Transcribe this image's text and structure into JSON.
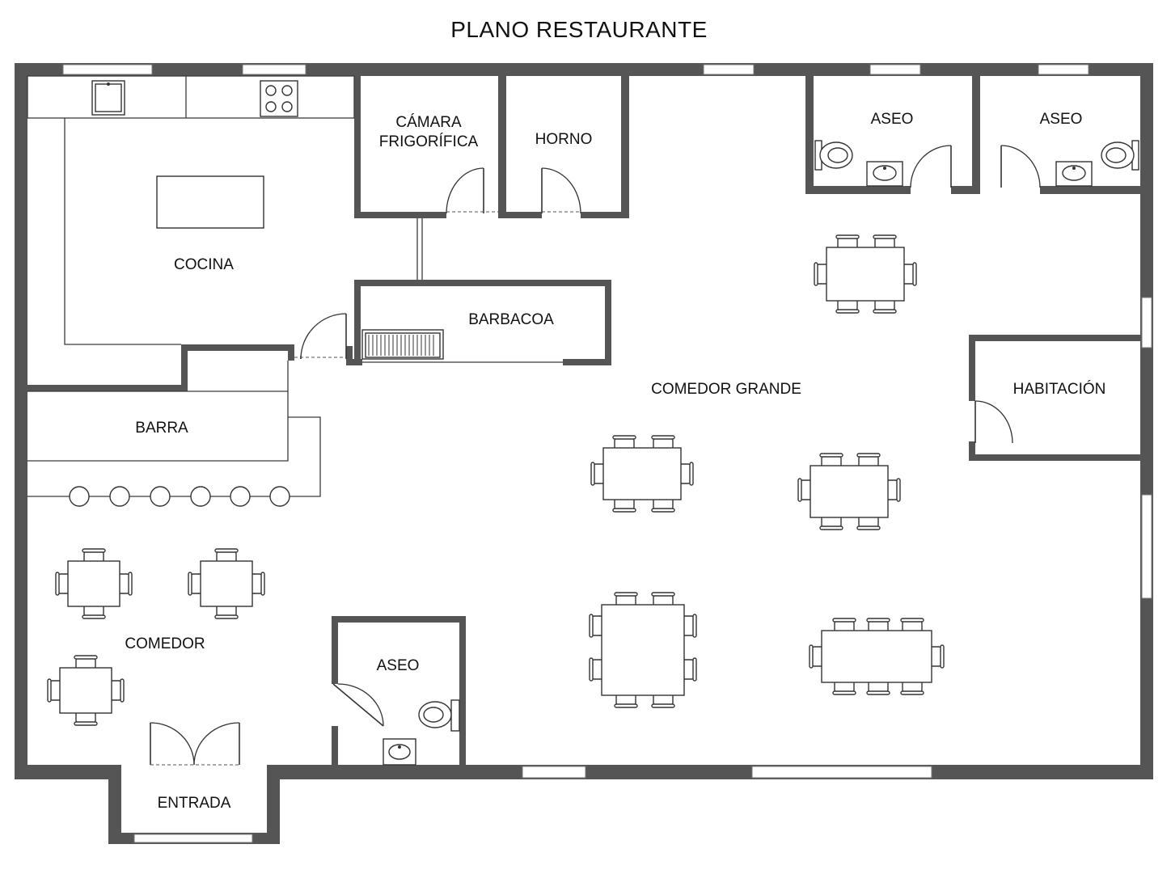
{
  "title": "PLANO RESTAURANTE",
  "colors": {
    "wall": "#555555",
    "background": "#ffffff",
    "ink": "#111111"
  },
  "rooms": {
    "cocina": "COCINA",
    "camara_line1": "CÁMARA",
    "camara_line2": "FRIGORÍFICA",
    "horno": "HORNO",
    "aseo_top_left": "ASEO",
    "aseo_top_right": "ASEO",
    "barbacoa": "BARBACOA",
    "barra": "BARRA",
    "comedor_grande": "COMEDOR GRANDE",
    "habitacion": "HABITACIÓN",
    "comedor": "COMEDOR",
    "aseo_bottom": "ASEO",
    "entrada": "ENTRADA"
  },
  "icons": [
    "sink-icon",
    "stove-icon",
    "toilet-icon",
    "washbasin-icon",
    "grill-icon",
    "bar-stool-icon",
    "chair-icon"
  ]
}
